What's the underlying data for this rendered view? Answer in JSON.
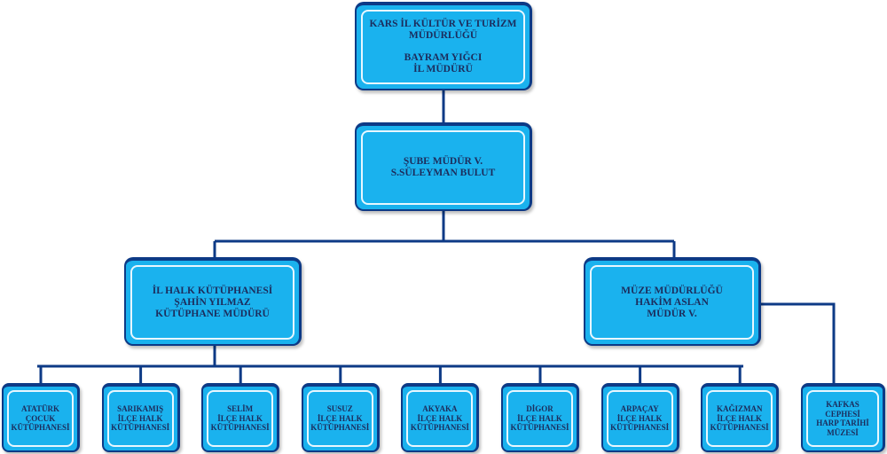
{
  "top": {
    "lines": [
      "KARS İL KÜLTÜR VE TURİZM",
      "MÜDÜRLÜĞÜ"
    ],
    "person": [
      "BAYRAM YIĞCI",
      "İL MÜDÜRÜ"
    ]
  },
  "branch": {
    "lines": [
      "ŞUBE MÜDÜR V.",
      "S.SÜLEYMAN BULUT"
    ]
  },
  "library": {
    "lines": [
      "İL HALK KÜTÜPHANESİ",
      "ŞAHİN YILMAZ",
      "KÜTÜPHANE MÜDÜRÜ"
    ]
  },
  "museum": {
    "lines": [
      "MÜZE MÜDÜRLÜĞÜ",
      "HAKİM ASLAN",
      "MÜDÜR V."
    ]
  },
  "libraries": [
    {
      "lines": [
        "ATATÜRK",
        "ÇOCUK",
        "KÜTÜPHANESİ"
      ]
    },
    {
      "lines": [
        "SARIKAMIŞ",
        "İLÇE HALK",
        "KÜTÜPHANESİ"
      ]
    },
    {
      "lines": [
        "SELİM",
        "İLÇE HALK",
        "KÜTÜPHANESİ"
      ]
    },
    {
      "lines": [
        "SUSUZ",
        "İLÇE HALK",
        "KÜTÜPHANESİ"
      ]
    },
    {
      "lines": [
        "AKYAKA",
        "İLÇE HALK",
        "KÜTÜPHANESİ"
      ]
    },
    {
      "lines": [
        "DİGOR",
        "İLÇE HALK",
        "KÜTÜPHANESİ"
      ]
    },
    {
      "lines": [
        "ARPAÇAY",
        "İLÇE HALK",
        "KÜTÜPHANESİ"
      ]
    },
    {
      "lines": [
        "KAĞIZMAN",
        "İLÇE HALK",
        "KÜTÜPHANESİ"
      ]
    }
  ],
  "war_museum": {
    "lines": [
      "KAFKAS",
      "CEPHESİ",
      "HARP TARİHİ",
      "MÜZESİ"
    ]
  },
  "colors": {
    "box": "#1ab2ee",
    "border": "#0d3a86",
    "text": "#1c2c5c",
    "line": "#0d3a86"
  }
}
